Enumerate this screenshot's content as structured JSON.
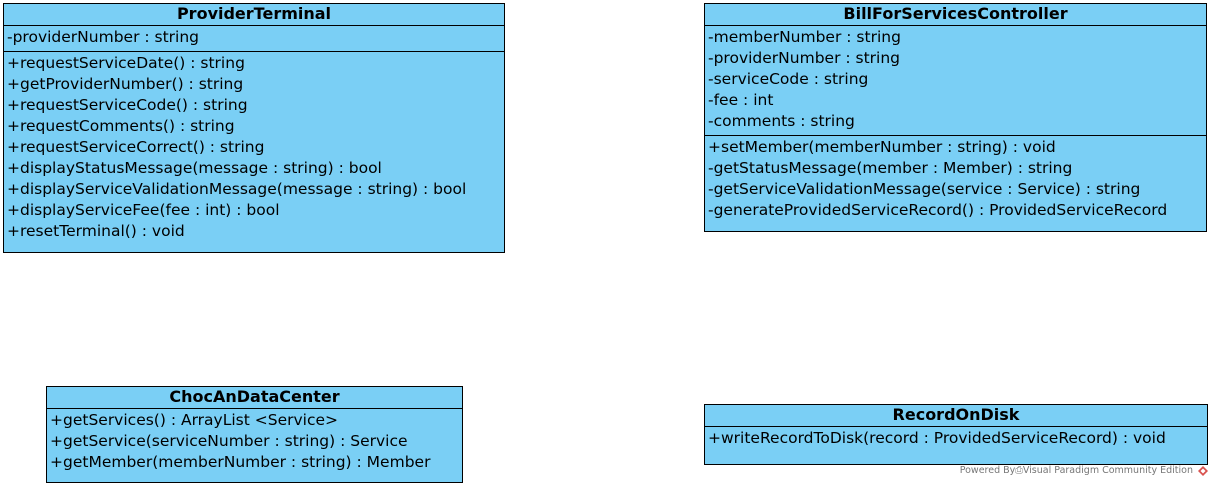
{
  "classes": [
    {
      "name": "ProviderTerminal",
      "attributes": [
        "-providerNumber : string"
      ],
      "operations": [
        "+requestServiceDate() : string",
        "+getProviderNumber() : string",
        "+requestServiceCode() : string",
        "+requestComments() : string",
        "+requestServiceCorrect() : string",
        "+displayStatusMessage(message : string) : bool",
        "+displayServiceValidationMessage(message : string) : bool",
        "+displayServiceFee(fee : int) : bool",
        "+resetTerminal() : void"
      ]
    },
    {
      "name": "BillForServicesController",
      "attributes": [
        "-memberNumber : string",
        "-providerNumber : string",
        "-serviceCode : string",
        "-fee : int",
        "-comments : string"
      ],
      "operations": [
        "+setMember(memberNumber : string) : void",
        "-getStatusMessage(member : Member) : string",
        "-getServiceValidationMessage(service : Service) : string",
        "-generateProvidedServiceRecord() : ProvidedServiceRecord"
      ]
    },
    {
      "name": "ChocAnDataCenter",
      "attributes": [],
      "operations": [
        "+getServices() : ArrayList <Service>",
        "+getService(serviceNumber : string) : Service",
        "+getMember(memberNumber : string) : Member"
      ]
    },
    {
      "name": "RecordOnDisk",
      "attributes": [],
      "operations": [
        "+writeRecordToDisk(record : ProvidedServiceRecord) : void"
      ]
    }
  ],
  "watermark": "Powered By⎙Visual Paradigm Community Edition",
  "colors": {
    "class_fill": "#7acff5",
    "border": "#000000",
    "logo": "#d9534f"
  },
  "icons": {
    "watermark_logo": "visual-paradigm-logo-icon"
  }
}
